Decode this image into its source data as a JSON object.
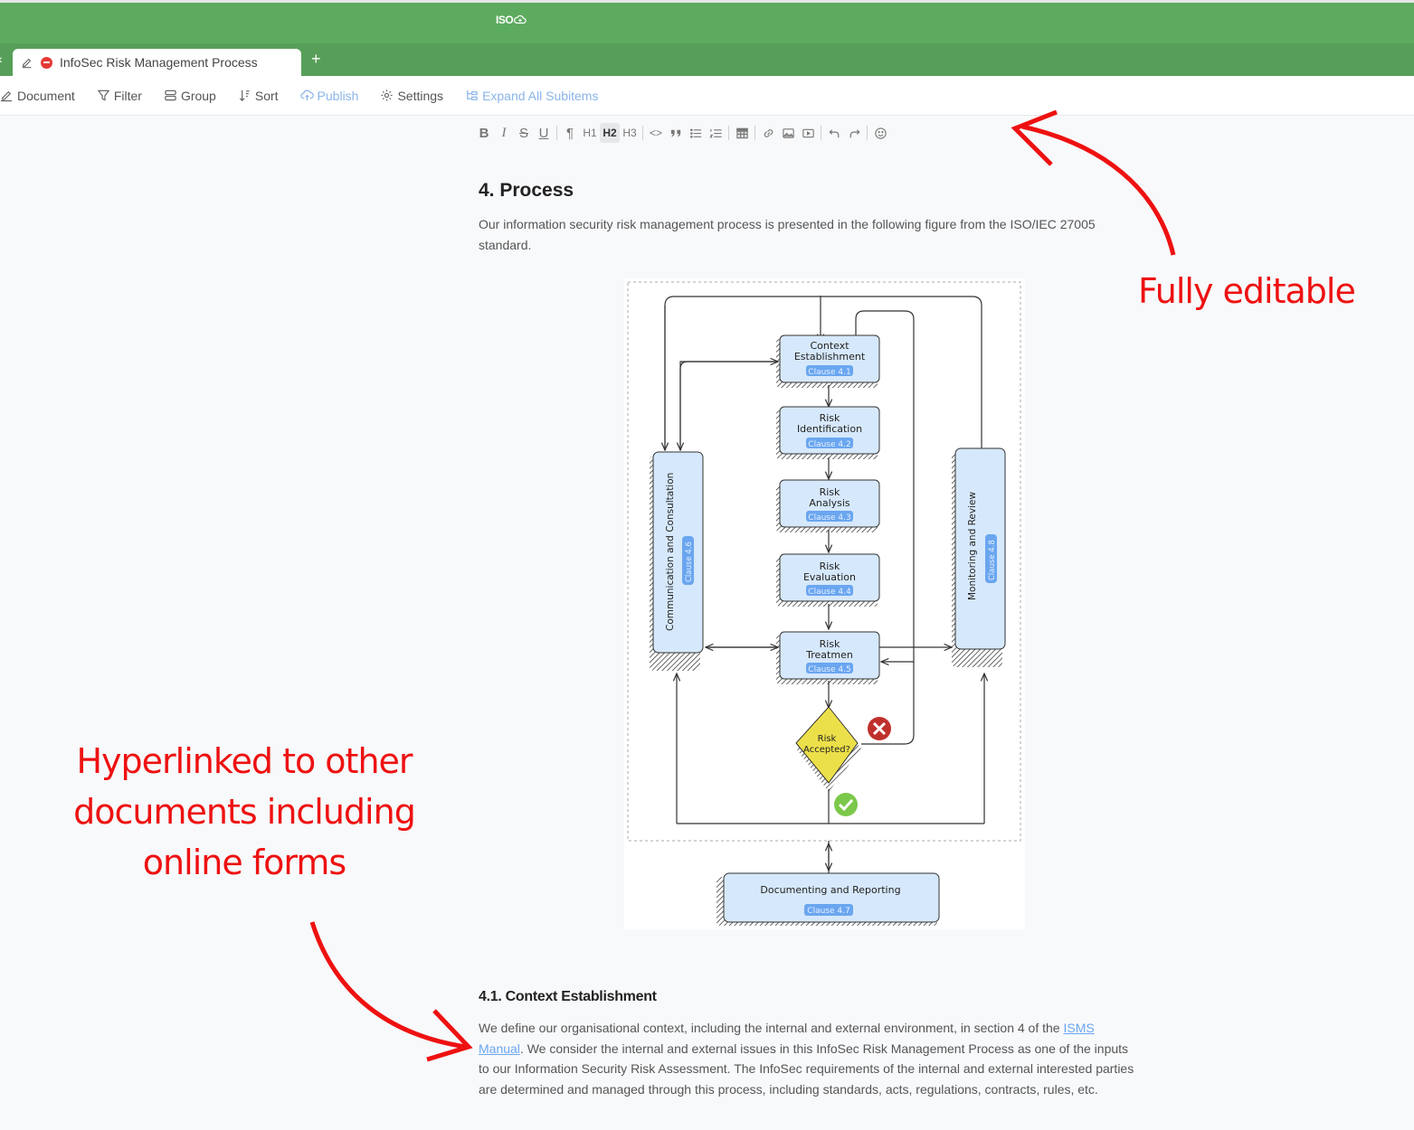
{
  "app": {
    "logo_text": "ISO",
    "logo_icon": "cloud-plus-icon"
  },
  "tabs": [
    {
      "title": "InfoSec Risk Management Process",
      "icons": [
        "edit-icon",
        "stop-icon"
      ],
      "active": true
    }
  ],
  "tab_add_label": "+",
  "toolbar": {
    "items": [
      {
        "label": "Document",
        "icon": "edit-icon",
        "disabled": false
      },
      {
        "label": "Filter",
        "icon": "filter-icon",
        "disabled": false
      },
      {
        "label": "Group",
        "icon": "group-icon",
        "disabled": false
      },
      {
        "label": "Sort",
        "icon": "sort-icon",
        "disabled": false
      },
      {
        "label": "Publish",
        "icon": "cloud-upload-icon",
        "disabled": true
      },
      {
        "label": "Settings",
        "icon": "gear-icon",
        "disabled": false
      },
      {
        "label": "Expand All Subitems",
        "icon": "tree-icon",
        "disabled": true
      }
    ]
  },
  "editor_tools": {
    "bold": "B",
    "italic": "I",
    "strike": "S",
    "underline": "U",
    "paragraph": "¶",
    "h1": "H1",
    "h2": "H2",
    "h3": "H3",
    "code": "<>",
    "quote": "99",
    "active": "H2"
  },
  "document": {
    "heading": "4. Process",
    "intro": "Our information security risk management process is presented in the following figure from the ISO/IEC 27005 standard.",
    "subheading": "4.1. Context Establishment",
    "para_before_link": "We define our organisational context, including the internal and external environment, in section 4 of the ",
    "link_text": "ISMS Manual",
    "para_after_link": ". We consider the internal and external issues in this InfoSec Risk Management Process as one of the inputs to our Information Security Risk Assessment. The InfoSec requirements of the internal and external interested parties are determined and managed through this process, including standards, acts, regulations, contracts, rules, etc."
  },
  "diagram": {
    "steps": [
      {
        "title_line1": "Context",
        "title_line2": "Establishment",
        "clause": "Clause 4.1"
      },
      {
        "title_line1": "Risk",
        "title_line2": "Identification",
        "clause": "Clause 4.2"
      },
      {
        "title_line1": "Risk",
        "title_line2": "Analysis",
        "clause": "Clause 4.3"
      },
      {
        "title_line1": "Risk",
        "title_line2": "Evaluation",
        "clause": "Clause 4.4"
      },
      {
        "title_line1": "Risk",
        "title_line2": "Treatmen",
        "clause": "Clause 4.5"
      }
    ],
    "left_bar": {
      "title": "Communication and Consultation",
      "clause": "Clause 4.6"
    },
    "right_bar": {
      "title": "Monitoring and Review",
      "clause": "Clause 4.8"
    },
    "decision": {
      "line1": "Risk",
      "line2": "Accepted?"
    },
    "bottom": {
      "title": "Documenting and Reporting",
      "clause": "Clause 4.7"
    },
    "colors": {
      "box": "#d6e8fb",
      "clause_badge": "#6aa6f0",
      "decision": "#ece04a",
      "reject": "#c0302b",
      "accept": "#7cc84a"
    }
  },
  "annotations": {
    "top_right": "Fully editable",
    "bottom_left": "Hyperlinked to other documents including online forms"
  },
  "colors": {
    "header_green": "#5dab5f",
    "tab_green": "#579f59",
    "annotation_red": "#ee1111",
    "link_blue": "#6aa6f0"
  }
}
